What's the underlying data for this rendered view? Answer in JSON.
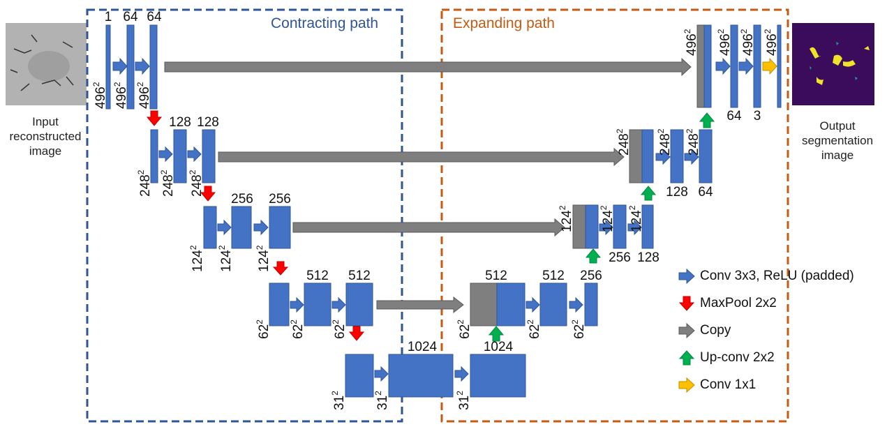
{
  "colors": {
    "block": "#4472c4",
    "copied_block": "#7f7f7f",
    "copy_arrow": "#7f7f7f",
    "conv_arrow": "#4472c4",
    "maxpool_arrow": "#ff0000",
    "upconv_arrow": "#00b050",
    "conv1x1_arrow": "#ffc000",
    "contracting_box": "#2f5597",
    "expanding_box": "#c55a11"
  },
  "regions": {
    "contracting": "Contracting path",
    "expanding": "Expanding path"
  },
  "images": {
    "input_label": [
      "Input",
      "reconstructed",
      "image"
    ],
    "output_label": [
      "Output",
      "segmentation",
      "image"
    ],
    "input_picture": "grayscale-micrograph",
    "output_picture": "segmentation-map"
  },
  "channel_labels": [
    "1",
    "64",
    "64",
    "128",
    "128",
    "256",
    "256",
    "512",
    "512",
    "1024",
    "1024",
    "512",
    "512",
    "256",
    "256",
    "128",
    "128",
    "64",
    "64",
    "3"
  ],
  "size_labels": {
    "s496": "496",
    "s248": "248",
    "s124": "124",
    "s62": "62",
    "s31": "31",
    "sup": "2"
  },
  "legend": [
    {
      "icon": "blue-right-arrow-icon",
      "label": "Conv 3x3, ReLU (padded)"
    },
    {
      "icon": "red-down-arrow-icon",
      "label": "MaxPool 2x2"
    },
    {
      "icon": "gray-right-arrow-icon",
      "label": "Copy"
    },
    {
      "icon": "green-up-arrow-icon",
      "label": "Up-conv 2x2"
    },
    {
      "icon": "yellow-right-arrow-icon",
      "label": "Conv 1x1"
    }
  ]
}
